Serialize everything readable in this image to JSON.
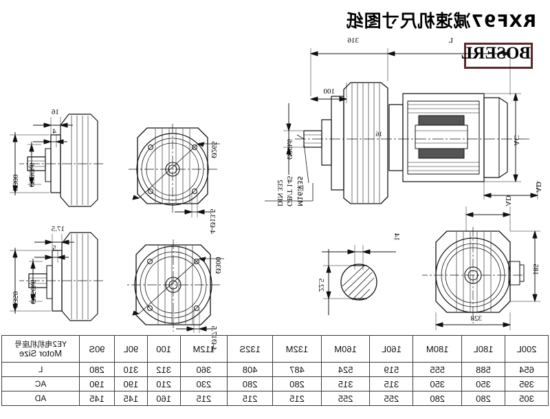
{
  "sheet": {
    "title": "RXF97减速机尺寸图纸",
    "logo": "BOSERL"
  },
  "drawing": {
    "labels": {
      "L": "L",
      "dim_316": "316",
      "dim_100": "100",
      "AC": "AC",
      "AD": "AD",
      "dim_185": "185",
      "dim_328": "328",
      "shaft_d20": "Ø20k6",
      "thread_m16": "M16深35",
      "std_gbt145": "GB/T 145",
      "std_din332": "DIN 332",
      "key_14": "14",
      "key_225": "22.5",
      "dia_265": "Ø265",
      "holes_135": "4-Ø13.5",
      "dia_300_front": "Ø300",
      "holes_175": "4-Ø17.5",
      "dim_16": "16",
      "dim_4": "4",
      "dia_230k6": "Ø230k6",
      "dia_300_side": "Ø300",
      "dim_175": "17.5",
      "dim_5": "5",
      "dia_250k6": "Ø250k6",
      "dia_350": "Ø350",
      "small_16": "16"
    }
  },
  "table": {
    "header_cn": "YE2电机机座号",
    "header_en": "Motor Size",
    "columns": [
      "90S",
      "90L",
      "100",
      "112M",
      "132S",
      "132M",
      "160M",
      "160L",
      "180M",
      "180L",
      "200L"
    ],
    "rows": [
      {
        "label": "L",
        "values": [
          "280",
          "310",
          "312",
          "360",
          "408",
          "487",
          "524",
          "519",
          "555",
          "588",
          "654"
        ]
      },
      {
        "label": "AC",
        "values": [
          "190",
          "190",
          "210",
          "230",
          "280",
          "280",
          "315",
          "315",
          "350",
          "350",
          "395"
        ]
      },
      {
        "label": "AD",
        "values": [
          "145",
          "145",
          "160",
          "215",
          "215",
          "215",
          "255",
          "255",
          "280",
          "280",
          "305"
        ]
      }
    ]
  }
}
